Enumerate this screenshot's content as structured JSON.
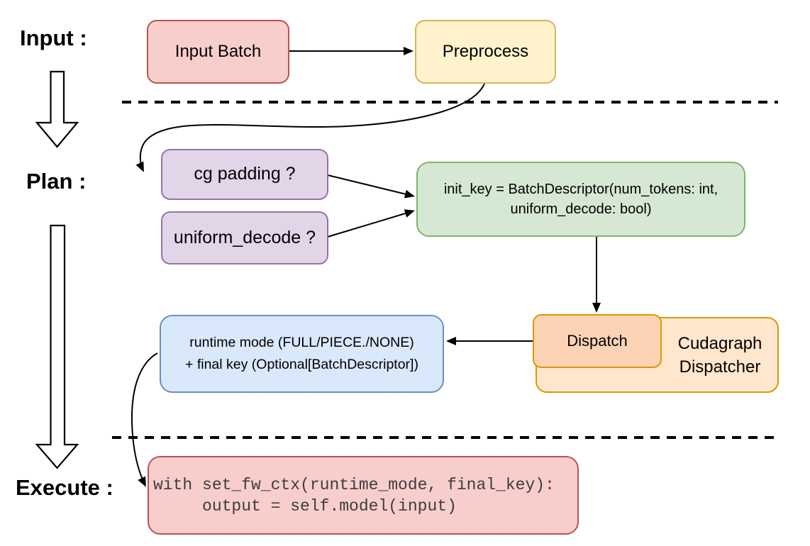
{
  "stages": {
    "input_label": "Input :",
    "plan_label": "Plan :",
    "execute_label": "Execute :"
  },
  "nodes": {
    "input_batch": {
      "label": "Input Batch",
      "fill": "#f8cecc",
      "stroke": "#b85450"
    },
    "preprocess": {
      "label": "Preprocess",
      "fill": "#fff2cc",
      "stroke": "#d6b656"
    },
    "cg_padding": {
      "label": "cg padding ?",
      "fill": "#e1d5e7",
      "stroke": "#9673a6"
    },
    "uniform_decode": {
      "label": "uniform_decode ?",
      "fill": "#e1d5e7",
      "stroke": "#9673a6"
    },
    "init_key": {
      "line1": "init_key = BatchDescriptor(num_tokens: int,",
      "line2": "uniform_decode: bool)",
      "fill": "#d5e8d4",
      "stroke": "#82b366"
    },
    "dispatch": {
      "label": "Dispatch",
      "fill": "#fbd3b4",
      "stroke": "#d79b00"
    },
    "cudagraph_dispatcher": {
      "line1": "Cudagraph",
      "line2": "Dispatcher",
      "fill": "#ffe6cc",
      "stroke": "#d79b00"
    },
    "runtime_mode": {
      "line1": "runtime mode (FULL/PIECE./NONE)",
      "line2": "+ final key (Optional[BatchDescriptor])",
      "fill": "#dae8fc",
      "stroke": "#6c8ebf"
    },
    "execute_code": {
      "line1": "with set_fw_ctx(runtime_mode, final_key):",
      "line2": "     output = self.model(input)",
      "fill": "#f8cecc",
      "stroke": "#b85450",
      "text_color": "#3d3d3d"
    }
  },
  "connector_color": "#000000"
}
